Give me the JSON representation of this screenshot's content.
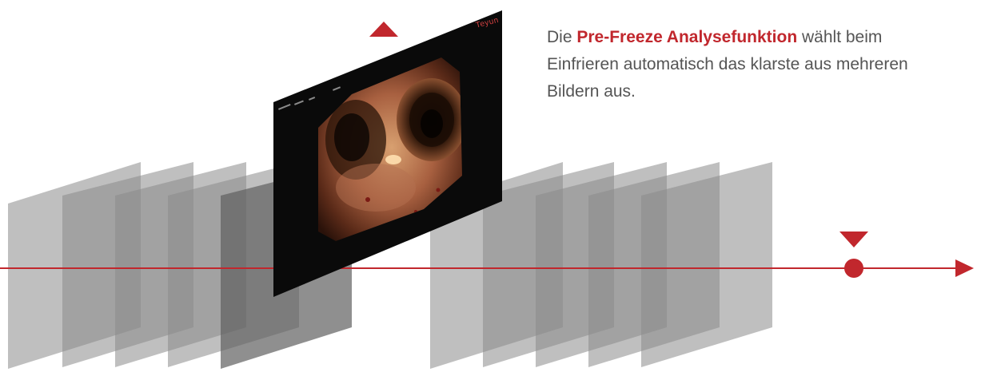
{
  "caption": {
    "prefix": "Die ",
    "highlight": "Pre-Freeze Analysefunktion",
    "suffix": " wählt beim Einfrieren automatisch das klarste aus mehreren Bildern aus."
  },
  "monitor": {
    "brand_logo": "Teyun"
  },
  "colors": {
    "accent": "#c1272d",
    "frame_gray": "#8a8a8a",
    "monitor_bg": "#0a0a0a",
    "caption_text": "#555555"
  },
  "icons": {
    "up_marker": "triangle-up-icon",
    "down_marker": "triangle-down-icon",
    "timeline_dot": "dot-icon",
    "timeline_arrow": "arrowhead-icon"
  }
}
